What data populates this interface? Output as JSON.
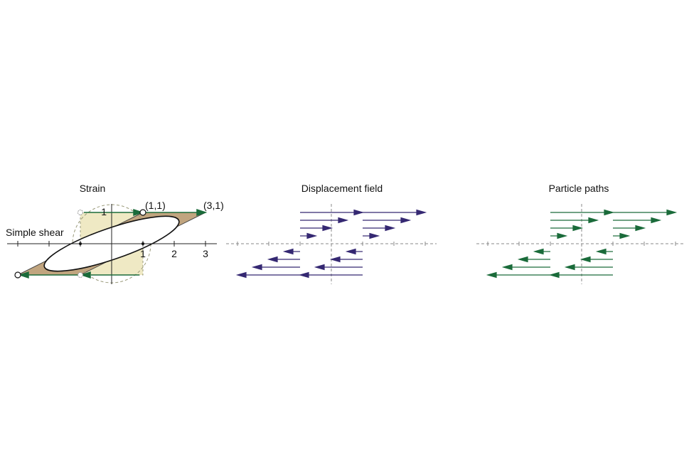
{
  "strain": {
    "title": "Strain",
    "label": "Simple shear",
    "point_a": "(1,1)",
    "point_b": "(3,1)",
    "x_ticks": [
      "1",
      "2",
      "3"
    ],
    "y_ticks": [
      "1"
    ]
  },
  "displacement": {
    "title": "Displacement field"
  },
  "particles": {
    "title": "Particle paths"
  },
  "colors": {
    "sheared_fill": "#c1a57f",
    "square_fill": "#efe9c4",
    "ellipse_fill": "#ffffff",
    "green": "#1a6b3a",
    "purple": "#352872",
    "axis": "#222222",
    "dashed": "#888888"
  }
}
